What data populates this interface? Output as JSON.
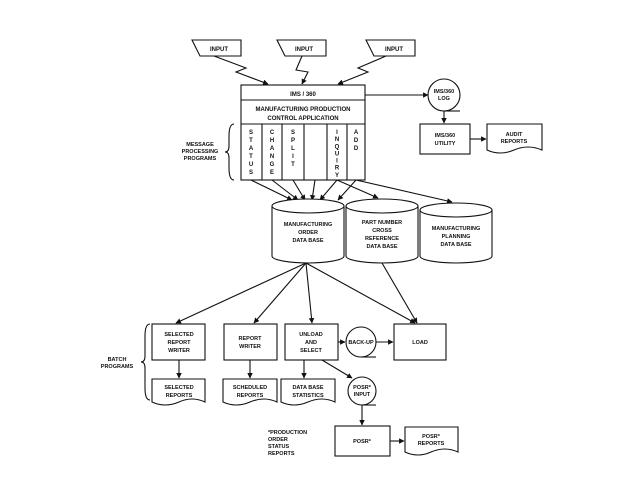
{
  "inputs": [
    "INPUT",
    "INPUT",
    "INPUT"
  ],
  "ims": {
    "title": "IMS / 360",
    "app_line1": "MANUFACTURING PRODUCTION",
    "app_line2": "CONTROL APPLICATION",
    "columns": [
      "STATUS",
      "CHANGE",
      "SPLIT",
      "",
      "INQUIRY",
      "ADD"
    ]
  },
  "side_labels": {
    "message": [
      "MESSAGE",
      "PROCESSING",
      "PROGRAMS"
    ],
    "batch": [
      "BATCH",
      "PROGRAMS"
    ]
  },
  "log": [
    "IMS/360",
    "LOG"
  ],
  "utility": [
    "IMS/360",
    "UTILITY"
  ],
  "audit": [
    "AUDIT",
    "REPORTS"
  ],
  "databases": [
    [
      "MANUFACTURING",
      "ORDER",
      "DATA BASE"
    ],
    [
      "PART NUMBER",
      "CROSS",
      "REFERENCE",
      "DATA BASE"
    ],
    [
      "MANUFACTURING",
      "PLANNING",
      "DATA BASE"
    ]
  ],
  "batch_programs": [
    [
      "SELECTED",
      "REPORT",
      "WRITER"
    ],
    [
      "REPORT",
      "WRITER"
    ],
    [
      "UNLOAD",
      "AND",
      "SELECT"
    ]
  ],
  "backup": "BACK-UP",
  "load": "LOAD",
  "outputs": [
    [
      "SELECTED",
      "REPORTS"
    ],
    [
      "SCHEDULED",
      "REPORTS"
    ],
    [
      "DATA BASE",
      "STATISTICS"
    ]
  ],
  "posr_input": [
    "POSR*",
    "INPUT"
  ],
  "posr": "POSR*",
  "posr_reports": [
    "POSR*",
    "REPORTS"
  ],
  "footnote": [
    "*PRODUCTION",
    "ORDER",
    "STATUS",
    "REPORTS"
  ]
}
